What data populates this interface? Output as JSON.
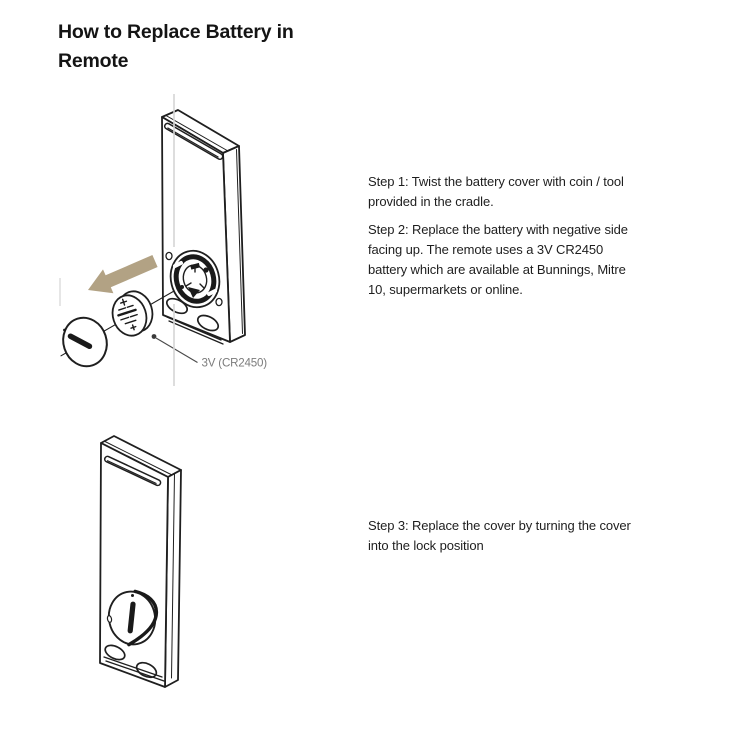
{
  "title": {
    "lines": [
      "How to Replace Battery in",
      "Remote"
    ]
  },
  "steps": {
    "step1": {
      "lines": [
        "Step 1: Twist the battery cover with coin / tool",
        "provided in the cradle."
      ]
    },
    "step2": {
      "lines": [
        "Step 2: Replace the battery with negative side",
        "facing up. The remote uses a 3V CR2450",
        "battery which are available at Bunnings, Mitre",
        "10, supermarkets or online."
      ]
    },
    "step3": {
      "lines": [
        "Step 3: Replace the cover by turning the cover",
        "into the lock position"
      ]
    }
  },
  "figure1": {
    "battery_label": "3V (CR2450)",
    "arrow_color": "#b2a284",
    "ink_color": "#1f1f1f",
    "label_color": "#7c7c7c",
    "guide_color": "#d5d5d5"
  }
}
